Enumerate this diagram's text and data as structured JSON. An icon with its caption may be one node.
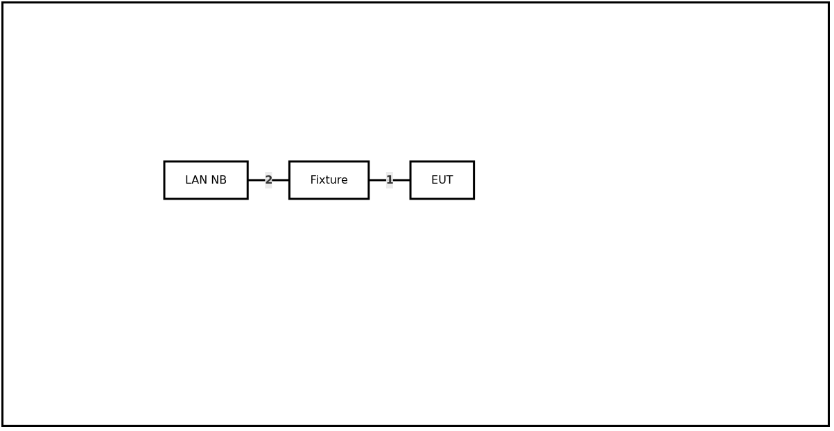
{
  "diagram": {
    "nodes": [
      {
        "text": [
          "LAN NB"
        ]
      },
      {
        "text": [
          "Fixture"
        ]
      },
      {
        "text": [
          "EUT"
        ]
      }
    ],
    "edges": [
      {
        "from": 0,
        "to": 1,
        "arrow": "none",
        "label": "2"
      },
      {
        "from": 1,
        "to": 2,
        "arrow": "none",
        "label": "1"
      }
    ]
  }
}
